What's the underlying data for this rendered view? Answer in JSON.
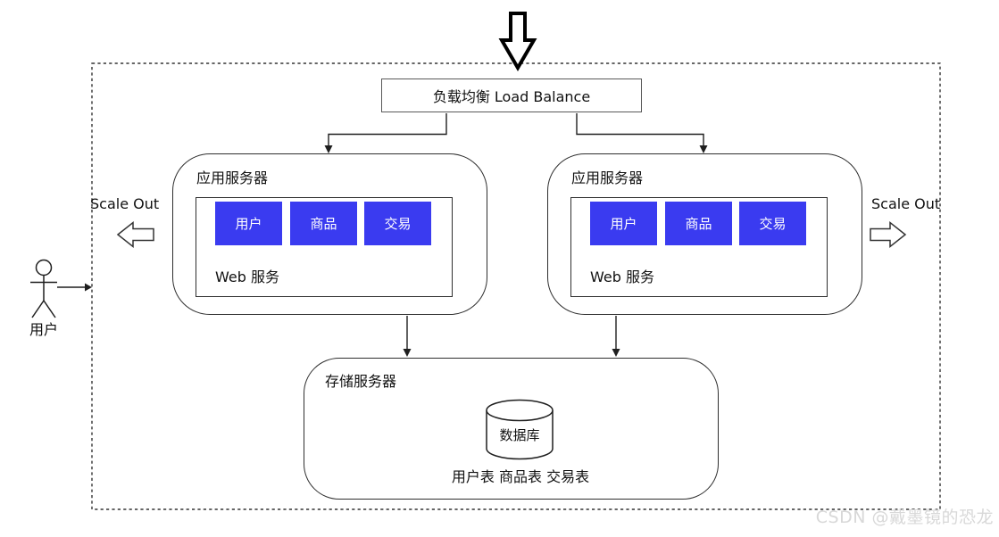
{
  "diagram": {
    "load_balancer": {
      "label": "负载均衡 Load Balance"
    },
    "app_servers": [
      {
        "title": "应用服务器",
        "web_service": {
          "label": "Web 服务",
          "modules": [
            "用户",
            "商品",
            "交易"
          ]
        }
      },
      {
        "title": "应用服务器",
        "web_service": {
          "label": "Web 服务",
          "modules": [
            "用户",
            "商品",
            "交易"
          ]
        }
      }
    ],
    "storage_server": {
      "title": "存储服务器",
      "database": "数据库",
      "tables": "用户表 商品表 交易表"
    },
    "actor": {
      "label": "用户"
    },
    "scale_out_left": {
      "label": "Scale Out"
    },
    "scale_out_right": {
      "label": "Scale Out"
    },
    "watermark": "CSDN @戴墨镜的恐龙",
    "icons": {
      "inbound_arrow": "down-arrow",
      "scale_out_left_arrow": "left-arrow",
      "scale_out_right_arrow": "right-arrow",
      "database_cylinder": "database",
      "user_figure": "person"
    },
    "colors": {
      "module_fill": "#3A3BF0",
      "module_text": "#FFFFFF",
      "stroke": "#2E2E2E",
      "boundary_dash": "#333333",
      "watermark": "#D8D8D8"
    }
  }
}
